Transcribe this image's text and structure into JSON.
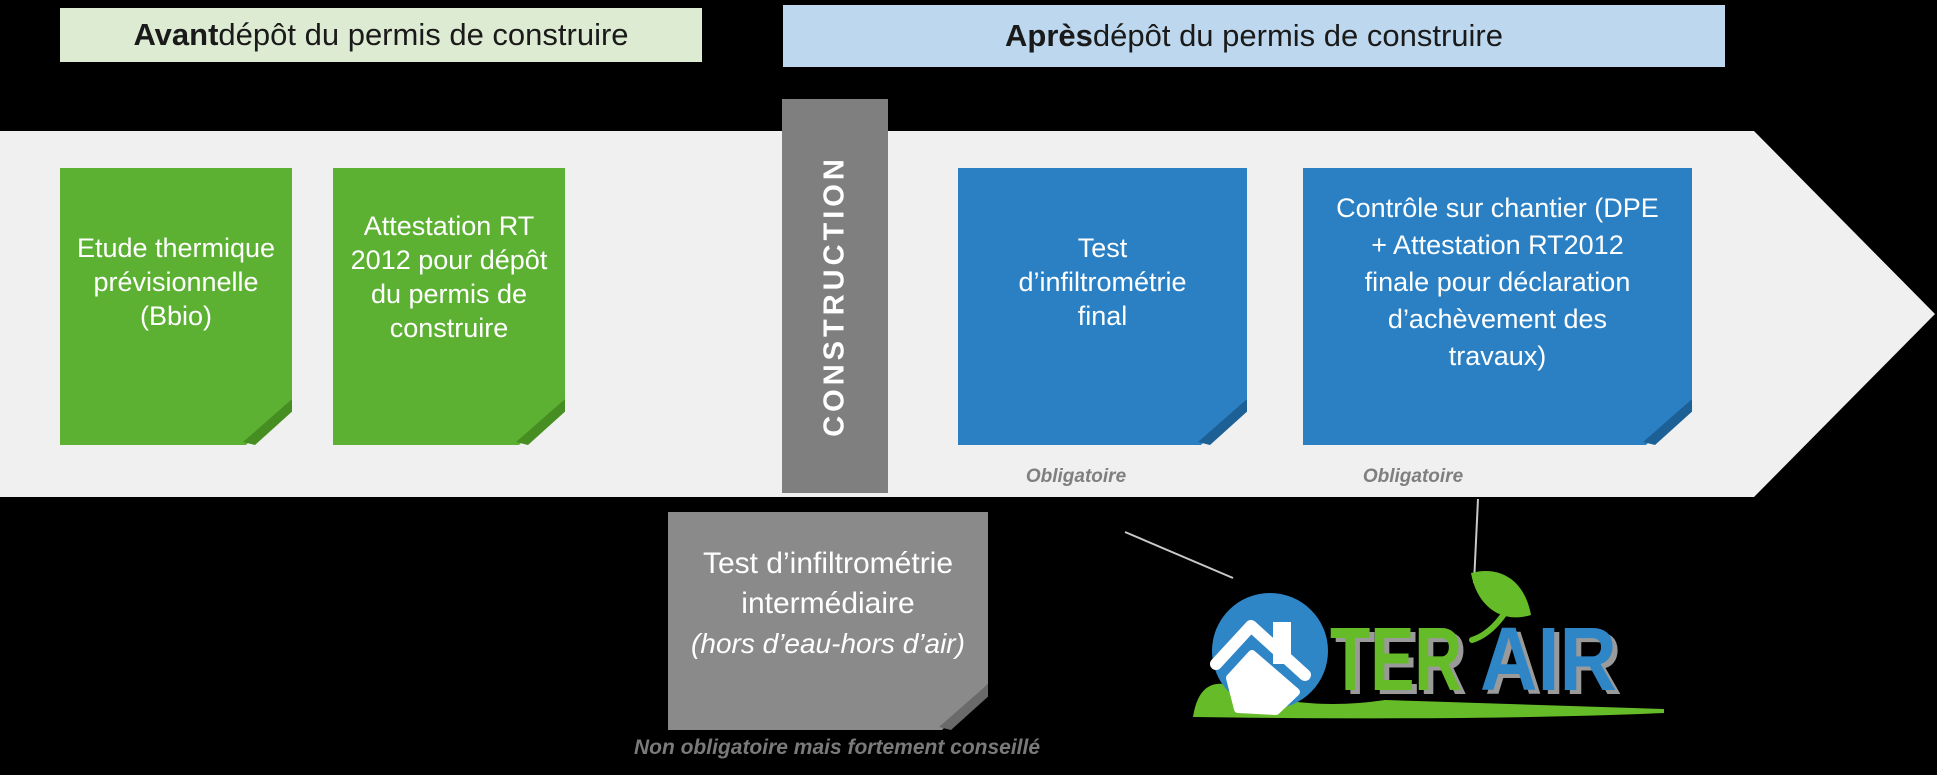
{
  "headers": {
    "before": {
      "emphasis": "Avant",
      "rest": " dépôt du permis de construire"
    },
    "after": {
      "emphasis": "Après",
      "rest": " dépôt du permis de construire"
    }
  },
  "timeline": {
    "construction_label": "CONSTRUCTION"
  },
  "notes": {
    "etude": {
      "lines": [
        "Etude thermique",
        "prévisionnelle",
        "(Bbio)"
      ]
    },
    "attestation": {
      "lines": [
        "Attestation RT",
        "2012 pour dépôt",
        "du permis de",
        "construire"
      ]
    },
    "test_final": {
      "lines": [
        "Test",
        "d’infiltrométrie",
        "final"
      ],
      "badge": "Obligatoire"
    },
    "controle": {
      "lines": [
        "Contrôle sur chantier (DPE",
        "+ Attestation RT2012",
        "finale pour déclaration",
        "d’achèvement des",
        "travaux)"
      ],
      "badge": "Obligatoire"
    },
    "intermediaire": {
      "lines": [
        "Test d’infiltrométrie",
        "intermédiaire"
      ],
      "italic_line": "(hors d’eau-hors d’air)",
      "footnote": "Non obligatoire mais fortement conseillé"
    }
  },
  "logo": {
    "ter": "TER",
    "air": "AIR"
  },
  "colors": {
    "background": "#000000",
    "arrow": "#F0F0F0",
    "header_before_bg": "#DEEBD3",
    "header_after_bg": "#BDD8EE",
    "note_green": "#5CB133",
    "note_green_fold": "#478E22",
    "note_blue": "#2B80C4",
    "note_blue_fold": "#1D6096",
    "note_gray": "#8A8A8A",
    "construction_bar": "#7F7F7F",
    "badge_text": "#7F7F7F",
    "logo_green": "#66BB28",
    "logo_blue": "#2F86C7"
  }
}
